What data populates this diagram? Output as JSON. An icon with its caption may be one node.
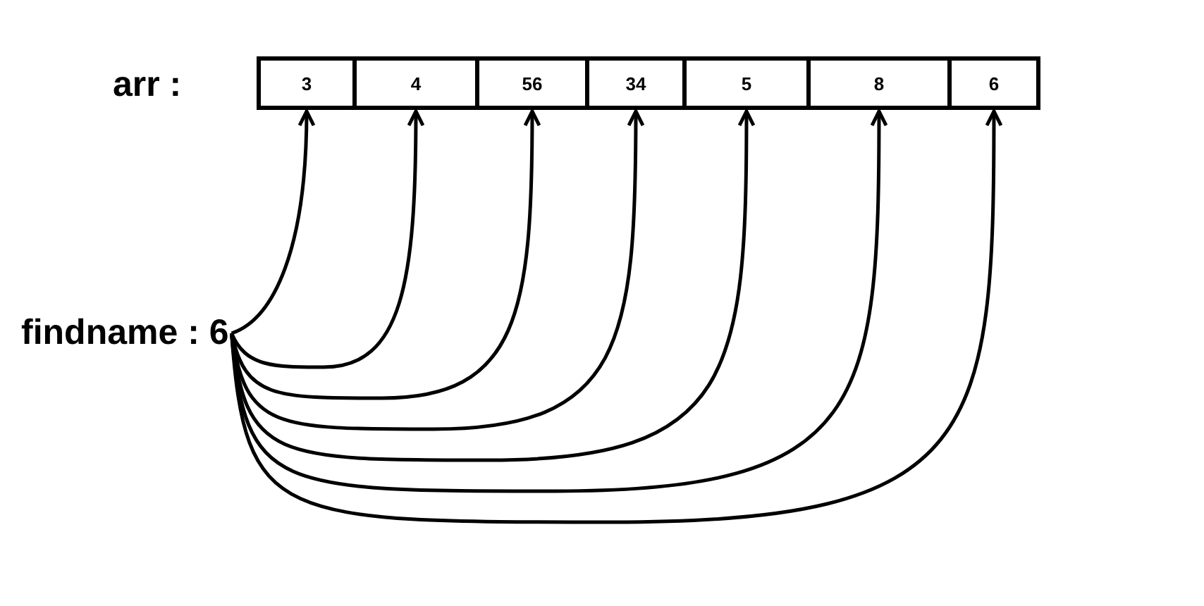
{
  "diagram": {
    "nodes": [
      {
        "text": [
          "3"
        ]
      },
      {
        "text": [
          "4"
        ]
      },
      {
        "text": [
          "56"
        ]
      },
      {
        "text": [
          "34"
        ]
      },
      {
        "text": [
          "5"
        ]
      },
      {
        "text": [
          "8"
        ]
      },
      {
        "text": [
          "6"
        ]
      },
      {
        "text": [
          "findname : 6"
        ]
      }
    ],
    "edges": [
      {
        "from": 7,
        "to": 0,
        "arrow": "to"
      },
      {
        "from": 7,
        "to": 1,
        "arrow": "to"
      },
      {
        "from": 7,
        "to": 2,
        "arrow": "to"
      },
      {
        "from": 7,
        "to": 3,
        "arrow": "to"
      },
      {
        "from": 7,
        "to": 4,
        "arrow": "to"
      },
      {
        "from": 7,
        "to": 5,
        "arrow": "to"
      },
      {
        "from": 7,
        "to": 6,
        "arrow": "to"
      }
    ],
    "labels": [
      "arr :"
    ]
  }
}
